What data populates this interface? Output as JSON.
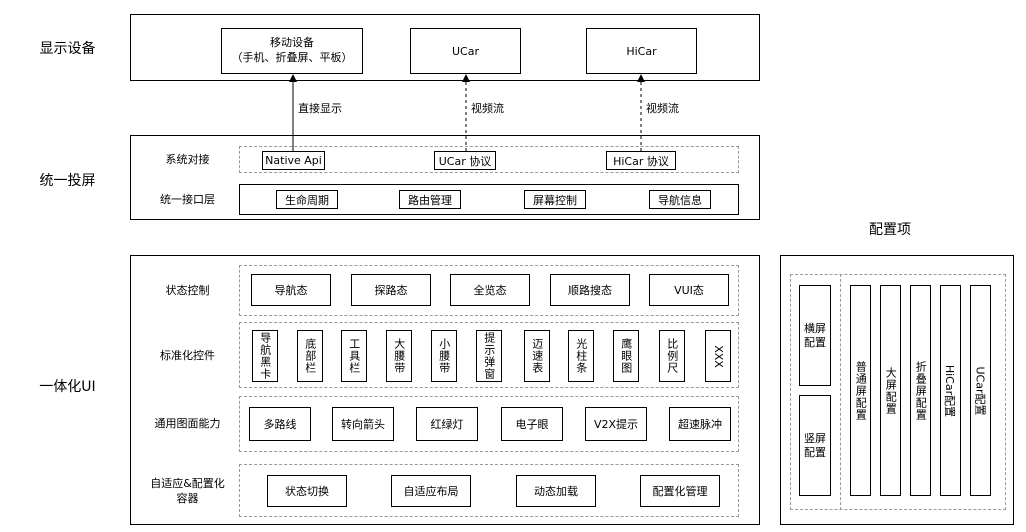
{
  "rows": {
    "display": "显示设备",
    "projection": "统一投屏",
    "integrated": "一体化UI"
  },
  "display": {
    "mobile_l1": "移动设备",
    "mobile_l2": "（手机、折叠屏、平板）",
    "ucar": "UCar",
    "hicar": "HiCar"
  },
  "arrows": {
    "direct": "直接显示",
    "stream1": "视频流",
    "stream2": "视频流"
  },
  "projection": {
    "system_label": "系统对接",
    "system_items": [
      "Native Api",
      "UCar 协议",
      "HiCar 协议"
    ],
    "interface_label": "统一接口层",
    "interface_items": [
      "生命周期",
      "路由管理",
      "屏幕控制",
      "导航信息"
    ]
  },
  "integrated": {
    "state_label": "状态控制",
    "state_items": [
      "导航态",
      "探路态",
      "全览态",
      "顺路搜态",
      "VUI态"
    ],
    "std_label": "标准化控件",
    "std_items": [
      "导航黑卡",
      "底部栏",
      "工具栏",
      "大腰带",
      "小腰带",
      "提示弹窗",
      "迈速表",
      "光柱条",
      "鹰眼图",
      "比例尺",
      "XXX"
    ],
    "common_label": "通用图面能力",
    "common_items": [
      "多路线",
      "转向箭头",
      "红绿灯",
      "电子眼",
      "V2X提示",
      "超速脉冲"
    ],
    "adaptive_label_l1": "自适应&配置化",
    "adaptive_label_l2": "容器",
    "adaptive_items": [
      "状态切换",
      "自适应布局",
      "动态加载",
      "配置化管理"
    ]
  },
  "config": {
    "title": "配置项",
    "orientation_items": [
      "横屏配置",
      "竖屏配置"
    ],
    "screen_items": [
      "普通屏配置",
      "大屏配置",
      "折叠屏配置",
      "HiCar配置",
      "UCar配置"
    ]
  }
}
